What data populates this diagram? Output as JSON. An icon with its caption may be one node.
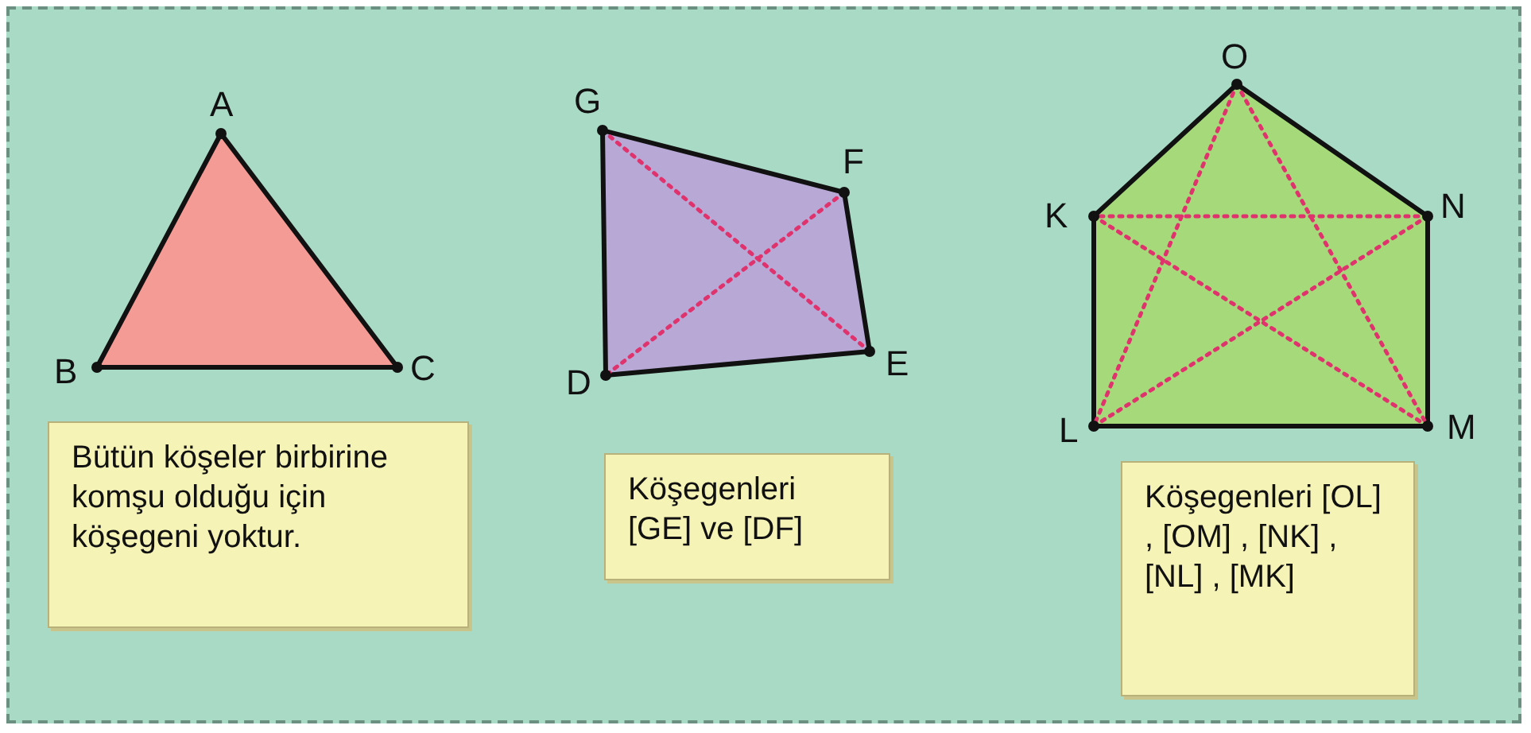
{
  "diagram": {
    "nodes": [
      {
        "text": [
          "Bütün köşeler birbirine komşu olduğu için köşegeni yoktur."
        ]
      },
      {
        "text": [
          "Köşegenleri [GE] ve [DF]"
        ]
      },
      {
        "text": [
          "Köşegenleri [OL] , [OM] , [NK] ,[NL] , [MK]"
        ]
      }
    ],
    "labels": [
      "A",
      "B",
      "C",
      "G",
      "F",
      "D",
      "E",
      "O",
      "K",
      "N",
      "L",
      "M"
    ]
  }
}
